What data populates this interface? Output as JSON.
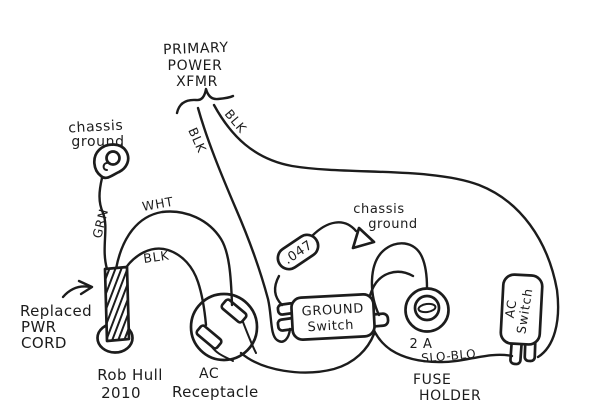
{
  "colors": {
    "ink": "#1c1c1c",
    "paper": "#ffffff"
  },
  "labels": {
    "xfmr": [
      "PRIMARY",
      "POWER",
      "XFMR"
    ],
    "chassis_ground_left": [
      "chassis",
      "ground"
    ],
    "chassis_ground_right": [
      "chassis",
      "ground"
    ],
    "wire_grn": "GRN",
    "wire_wht": "WHT",
    "wire_blk_cord": "BLK",
    "wire_blk_xfmr_left": "BLK",
    "wire_blk_xfmr_right": "BLK",
    "capacitor_value": ".047",
    "ground_switch": [
      "GROUND",
      "Switch"
    ],
    "replaced_cord": [
      "Replaced",
      "PWR",
      "CORD"
    ],
    "signature": [
      "Rob Hull",
      "2010"
    ],
    "ac_receptacle": [
      "AC",
      "Receptacle"
    ],
    "fuse_rating": [
      "2 A",
      "SLO-BLO"
    ],
    "fuse_holder": [
      "FUSE",
      "HOLDER"
    ],
    "ac_switch": [
      "AC",
      "Switch"
    ]
  }
}
